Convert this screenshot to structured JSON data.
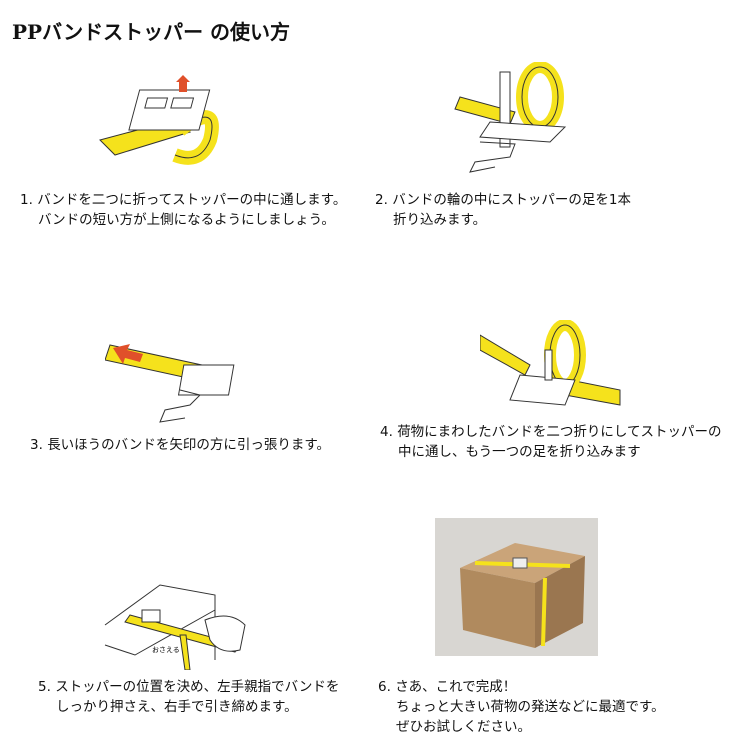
{
  "title": "PPバンドストッパー の使い方",
  "steps": [
    {
      "num": "1.",
      "lines": [
        "バンドを二つに折ってストッパーの中に通します。",
        "バンドの短い方が上側になるようにしましょう。"
      ]
    },
    {
      "num": "2.",
      "lines": [
        "バンドの輪の中にストッパーの足を1本",
        "折り込みます。"
      ]
    },
    {
      "num": "3.",
      "lines": [
        "長いほうのバンドを矢印の方に引っ張ります。"
      ]
    },
    {
      "num": "4.",
      "lines": [
        "荷物にまわしたバンドを二つ折りにしてストッパーの",
        "中に通し、もう一つの足を折り込みます"
      ]
    },
    {
      "num": "5.",
      "lines": [
        "ストッパーの位置を決め、左手親指でバンドを",
        "しっかり押さえ、右手で引き締めます。"
      ]
    },
    {
      "num": "6.",
      "lines": [
        "さあ、これで完成！",
        "ちょっと大きい荷物の発送などに最適です。",
        "ぜひお試しください。"
      ]
    }
  ],
  "figure5_label": "おさえる",
  "colors": {
    "band": "#f5e21c",
    "arrow": "#e0502a",
    "box": "#b08a5e"
  }
}
